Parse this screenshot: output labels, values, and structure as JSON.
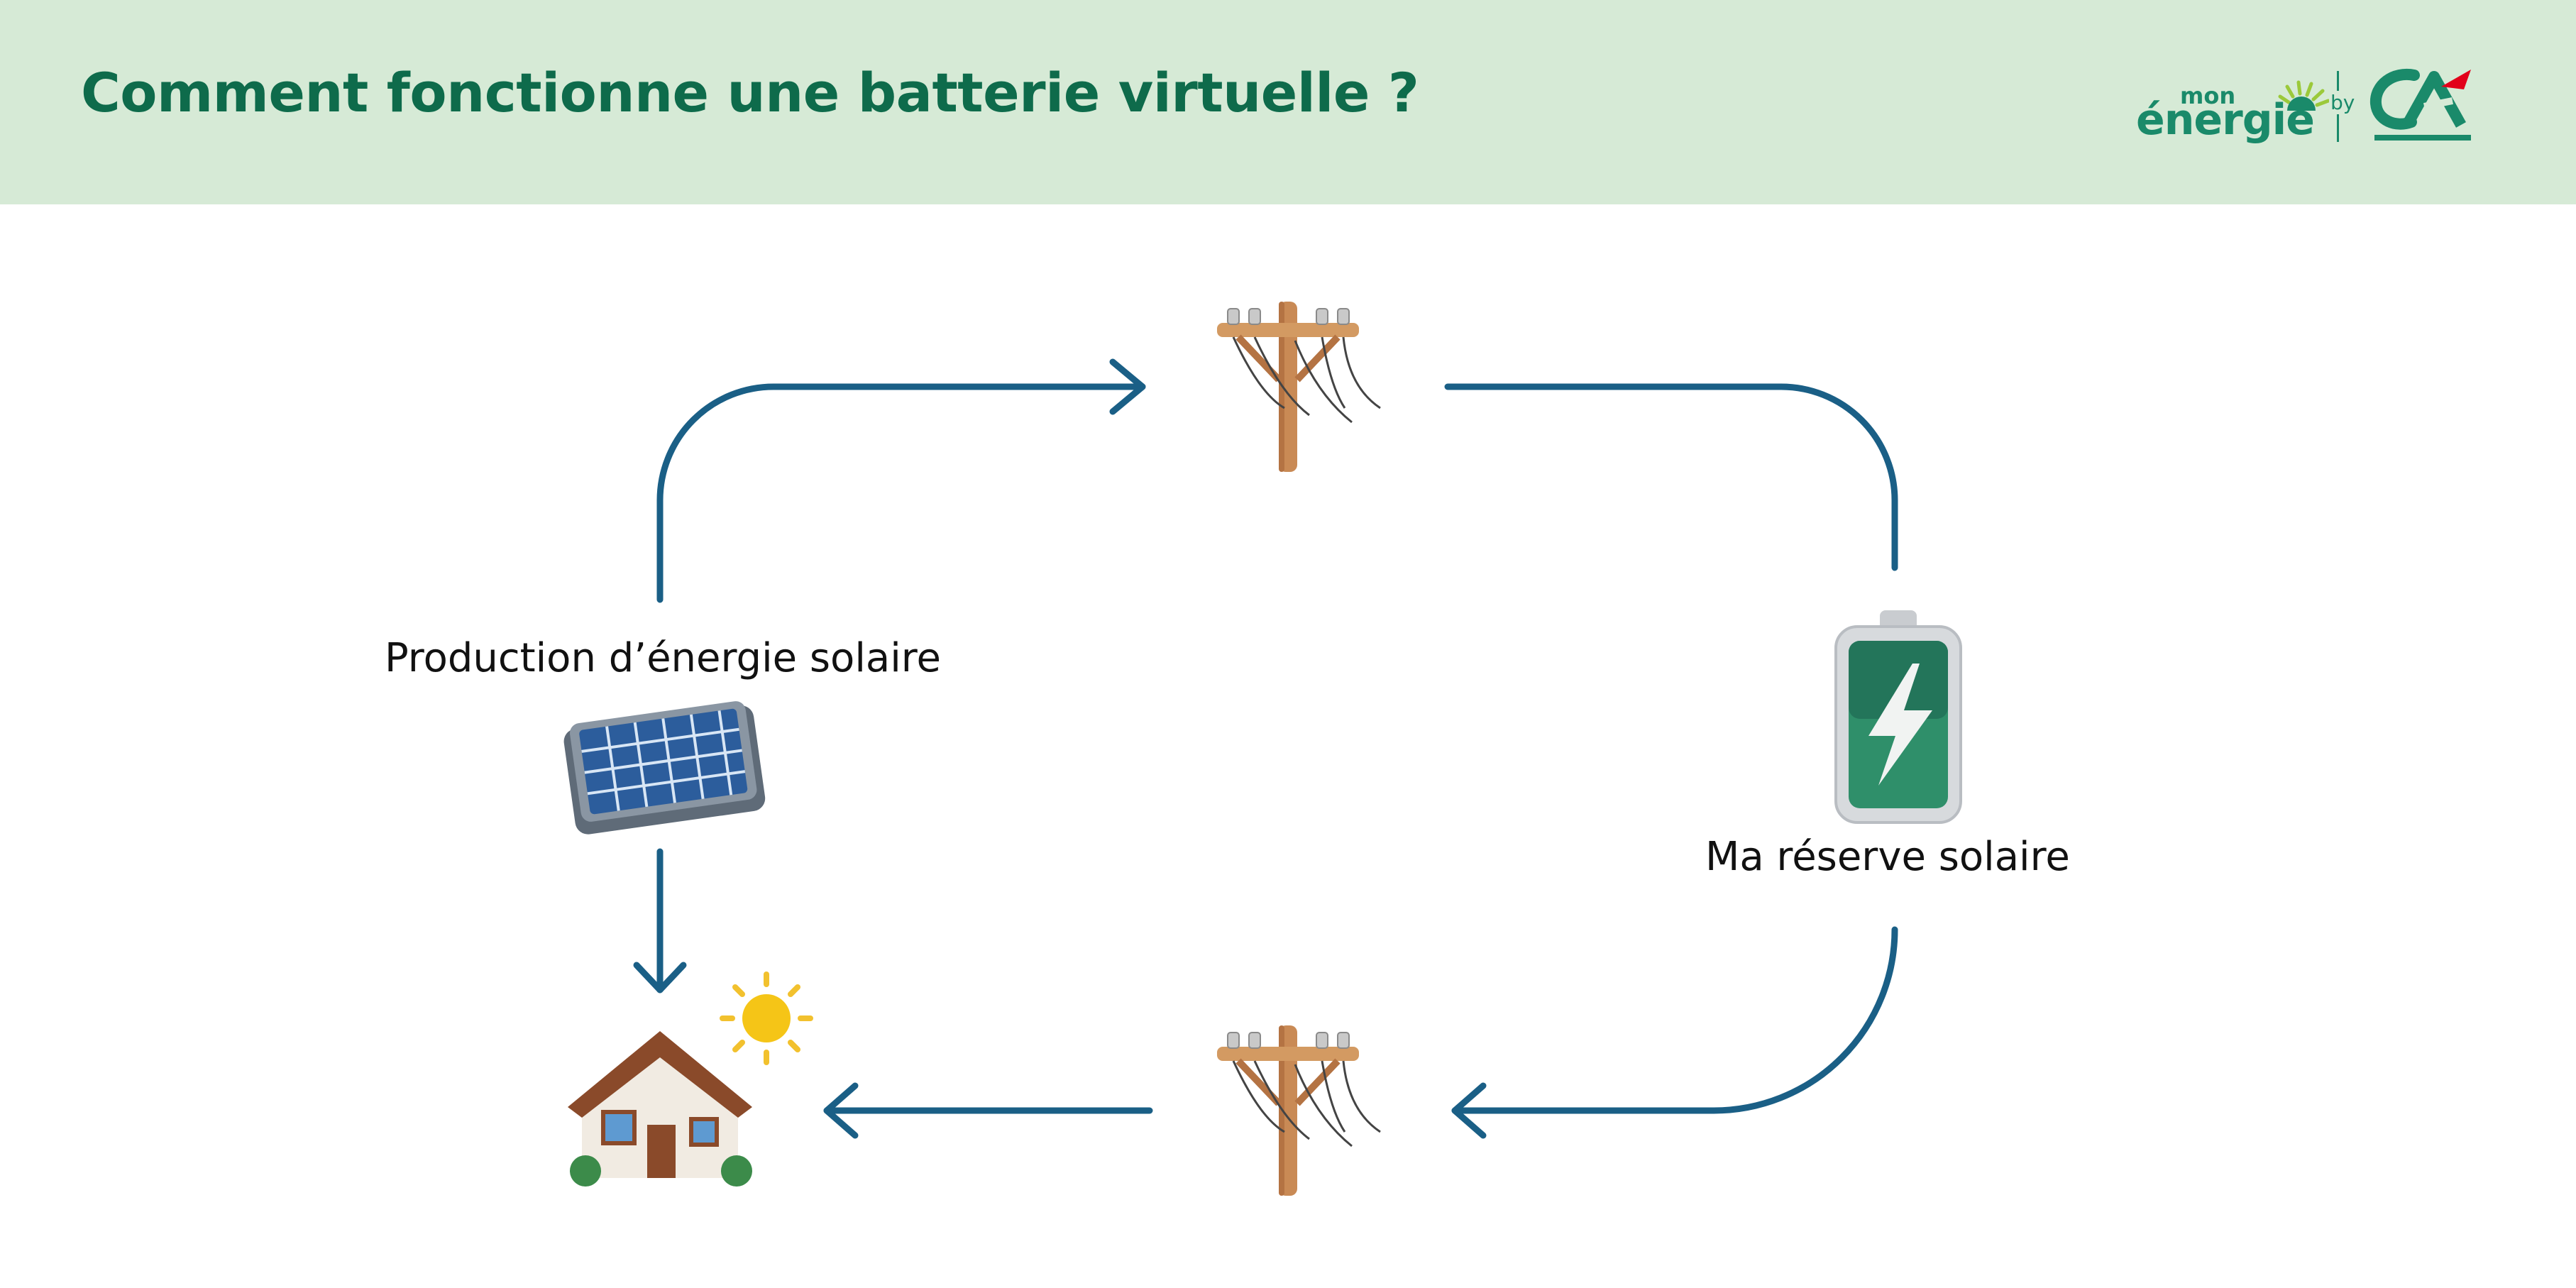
{
  "header": {
    "title": "Comment fonctionne une batterie virtuelle ?",
    "background": "#d6ead6",
    "title_color": "#0e6b4b"
  },
  "logo": {
    "mon": "mon",
    "energie": "énergie",
    "by": "by",
    "brand_mark": "CA",
    "color": "#1a8a6a",
    "accent": "#e2001a"
  },
  "diagram": {
    "solar_label": "Production d’énergie solaire",
    "reserve_label": "Ma réserve solaire",
    "arrow_color": "#1a5f86",
    "icons": [
      "utility-pole-icon",
      "utility-pole-icon",
      "solar-panel-icon",
      "battery-icon",
      "house-icon",
      "sun-icon"
    ]
  }
}
